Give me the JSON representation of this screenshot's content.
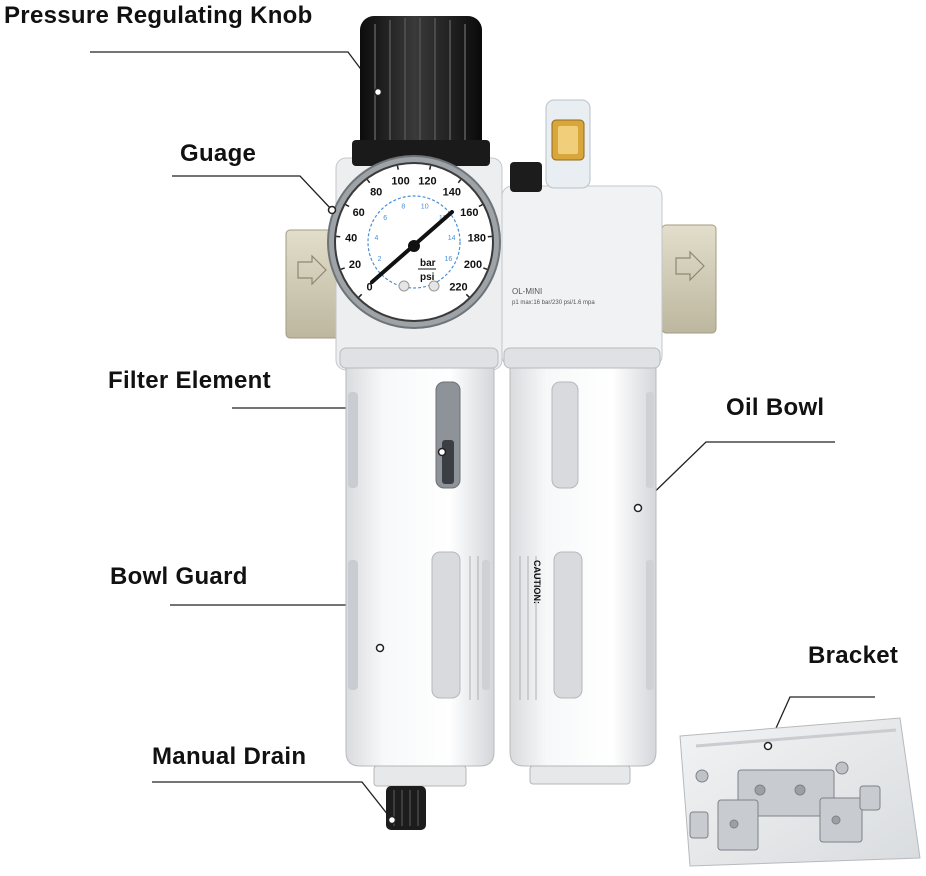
{
  "callouts": {
    "pressure_knob": "Pressure Regulating Knob",
    "gauge": "Guage",
    "filter_element": "Filter Element",
    "oil_bowl": "Oil Bowl",
    "bowl_guard": "Bowl Guard",
    "bracket": "Bracket",
    "manual_drain": "Manual Drain"
  },
  "gauge": {
    "psi_ticks": [
      "0",
      "20",
      "40",
      "60",
      "80",
      "100",
      "120",
      "140",
      "160",
      "180",
      "200",
      "220"
    ],
    "bar_ticks": [
      "2",
      "4",
      "6",
      "8",
      "10",
      "12",
      "14",
      "16"
    ],
    "unit_bar": "bar",
    "unit_psi": "psi"
  },
  "lubricator": {
    "model_label": "OL-MINI",
    "spec_label": "p1 max:16 bar/230 psi/1.6 mpa"
  },
  "bowl_text": {
    "caution": "CAUTION:"
  },
  "colors": {
    "body_white": "#f2f3f5",
    "port_beige": "#d6d1bd",
    "knob_black": "#1a1a1a",
    "gauge_blue": "#4a8fd8"
  }
}
